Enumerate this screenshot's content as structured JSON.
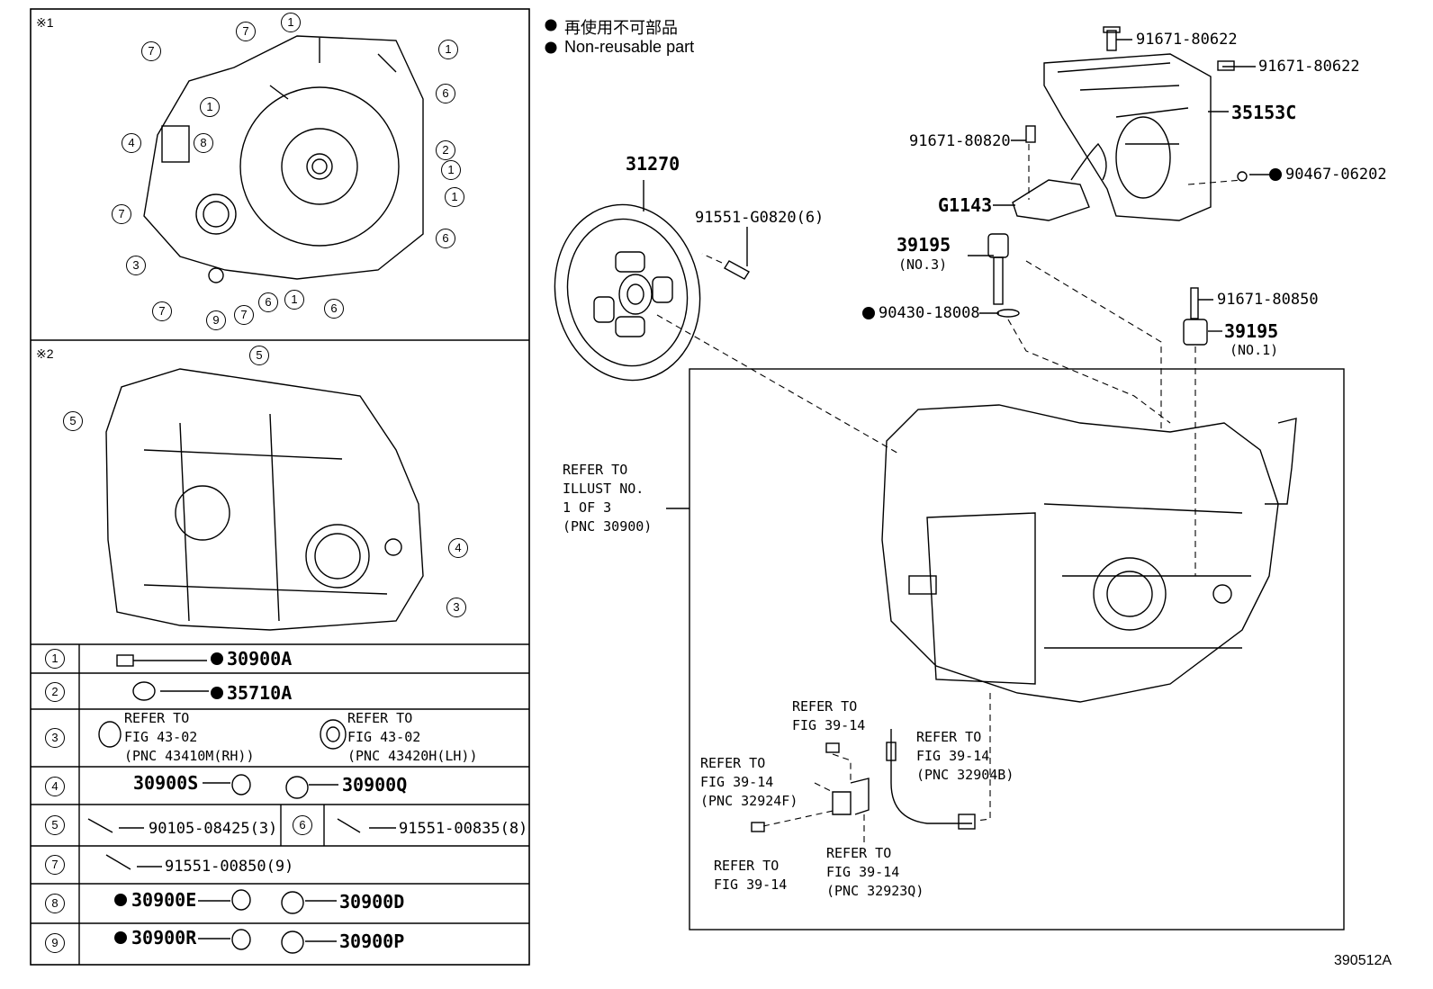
{
  "legend": {
    "jp": "再使用不可部品",
    "en": "Non-reusable part"
  },
  "figure_id": "390512A",
  "section1_mark": "※1",
  "section2_mark": "※2",
  "callout_numbers": [
    "1",
    "2",
    "3",
    "4",
    "5",
    "6",
    "7",
    "8",
    "9"
  ],
  "parts": {
    "p31270": "31270",
    "p91551G0820": "91551-G0820(6)",
    "p91671_80622a": "91671-80622",
    "p91671_80622b": "91671-80622",
    "p35153C": "35153C",
    "p91671_80820": "91671-80820",
    "p90467_06202": "90467-06202",
    "pG1143": "G1143",
    "p39195_a": "39195",
    "p39195_a_note": "(NO.3)",
    "p90430_18008": "90430-18008",
    "p91671_80850": "91671-80850",
    "p39195_b": "39195",
    "p39195_b_note": "(NO.1)"
  },
  "refers": {
    "illust": "REFER TO\nILLUST NO.\n1 OF 3\n(PNC 30900)",
    "fig_a": "REFER TO\nFIG 39-14",
    "fig_b": "REFER TO\nFIG 39-14\n(PNC 32904B)",
    "fig_c": "REFER TO\nFIG 39-14\n(PNC 32924F)",
    "fig_d": "REFER TO\nFIG 39-14",
    "fig_e": "REFER TO\nFIG 39-14\n(PNC 32923Q)"
  },
  "table": {
    "r1": "30900A",
    "r2": "35710A",
    "r3_left": "REFER TO\nFIG 43-02\n(PNC 43410M(RH))",
    "r3_right": "REFER TO\nFIG 43-02\n(PNC 43420H(LH))",
    "r4_left": "30900S",
    "r4_right": "30900Q",
    "r5": "90105-08425(3)",
    "r6": "91551-00835(8)",
    "r7": "91551-00850(9)",
    "r8_left": "30900E",
    "r8_right": "30900D",
    "r9_left": "30900R",
    "r9_right": "30900P"
  }
}
